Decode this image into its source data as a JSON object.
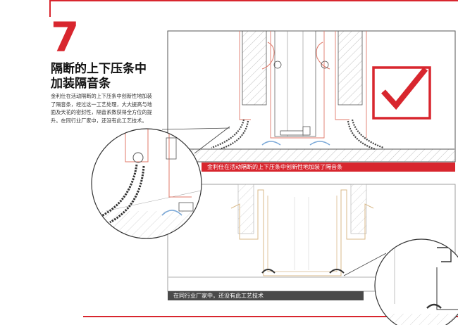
{
  "section_number": "7",
  "heading": "隔断的上下压条中加装隔音条",
  "description": "金利仕在活动隔断的上下压条中创新性地加装了隔音条，经过这一工艺处理，大大提高与地面及天花的密封性，隔音系数获得全方位的提升。在同行业厂家中，还没有此工艺技术。",
  "banner_top": "金利仕在活动隔断的上下压条中创新性地加装了隔音条",
  "banner_bottom": "在同行业厂家中，还没有此工艺技术",
  "colors": {
    "accent": "#d8262e",
    "line_red": "#e07a6a",
    "line_blue": "#7aa8d8",
    "line_tan": "#d9b98a",
    "dark_bar": "#4a4a4a"
  },
  "icons": [
    "checkmark-icon"
  ]
}
